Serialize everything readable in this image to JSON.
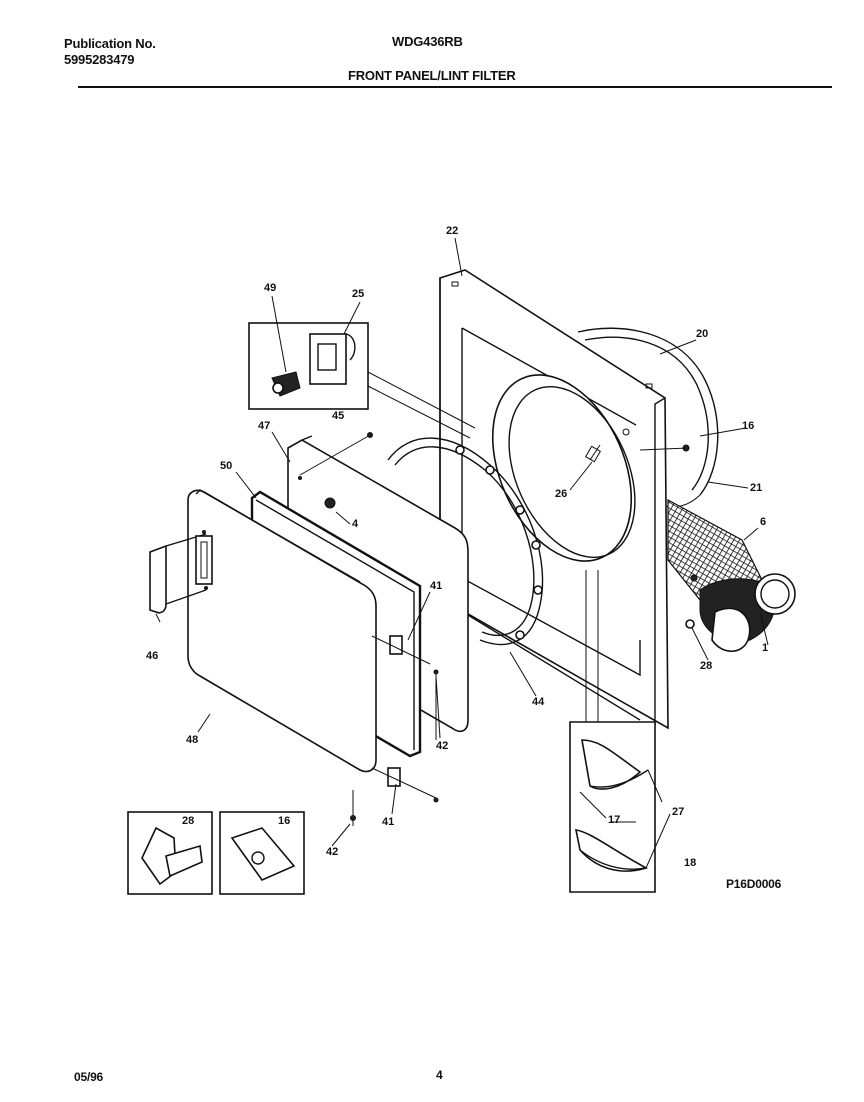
{
  "header": {
    "publication_label": "Publication No.",
    "publication_number": "5995283479",
    "model": "WDG436RB",
    "section_title": "FRONT PANEL/LINT FILTER"
  },
  "diagram_code": "P16D0006",
  "footer": {
    "date": "05/96",
    "page": "4"
  },
  "callouts": {
    "c22": "22",
    "c49": "49",
    "c25": "25",
    "c20": "20",
    "c47": "47",
    "c45": "45",
    "c16a": "16",
    "c50": "50",
    "c4": "4",
    "c26": "26",
    "c21": "21",
    "c6": "6",
    "c41a": "41",
    "c46": "46",
    "c28a": "28",
    "c1": "1",
    "c44": "44",
    "c42a": "42",
    "c48": "48",
    "c27": "27",
    "c28b": "28",
    "c16b": "16",
    "c41b": "41",
    "c17": "17",
    "c42b": "42",
    "c18": "18"
  }
}
